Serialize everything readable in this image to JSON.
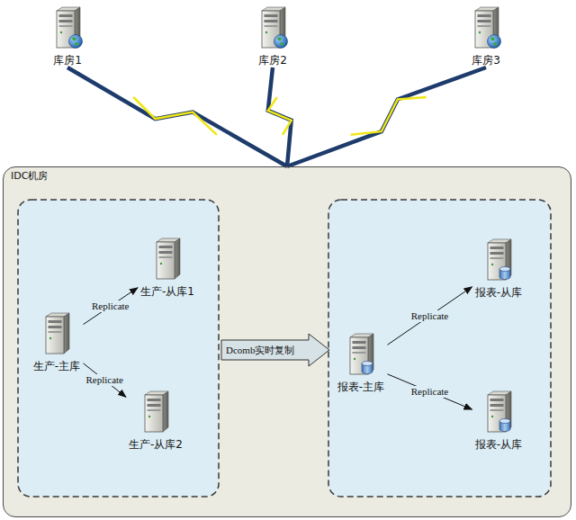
{
  "diagram": {
    "nodes": [
      {
        "text": [
          "库房1"
        ]
      },
      {
        "text": [
          "库房2"
        ]
      },
      {
        "text": [
          "库房3"
        ]
      },
      {
        "text": [
          "IDC机房"
        ]
      },
      {
        "text": [
          "生产-主库"
        ],
        "in": 3
      },
      {
        "text": [
          "生产-从库1"
        ],
        "in": 3
      },
      {
        "text": [
          "生产-从库2"
        ],
        "in": 3
      },
      {
        "text": [
          "Dcomb实时复制"
        ],
        "in": 3
      },
      {
        "text": [
          "报表-主库"
        ],
        "in": 3
      },
      {
        "text": [
          "报表-从库"
        ],
        "in": 3
      },
      {
        "text": [
          "报表-从库"
        ],
        "in": 3
      }
    ],
    "edges": [
      {
        "from": 0,
        "to": 3,
        "arrow": "none"
      },
      {
        "from": 1,
        "to": 3,
        "arrow": "none"
      },
      {
        "from": 2,
        "to": 3,
        "arrow": "none"
      },
      {
        "from": 4,
        "to": 5,
        "label": "Replicate",
        "arrow": "to"
      },
      {
        "from": 4,
        "to": 6,
        "label": "Replicate",
        "arrow": "to"
      },
      {
        "from": 8,
        "to": 9,
        "label": "Replicate",
        "arrow": "to"
      },
      {
        "from": 8,
        "to": 10,
        "label": "Replicate",
        "arrow": "to"
      }
    ]
  }
}
